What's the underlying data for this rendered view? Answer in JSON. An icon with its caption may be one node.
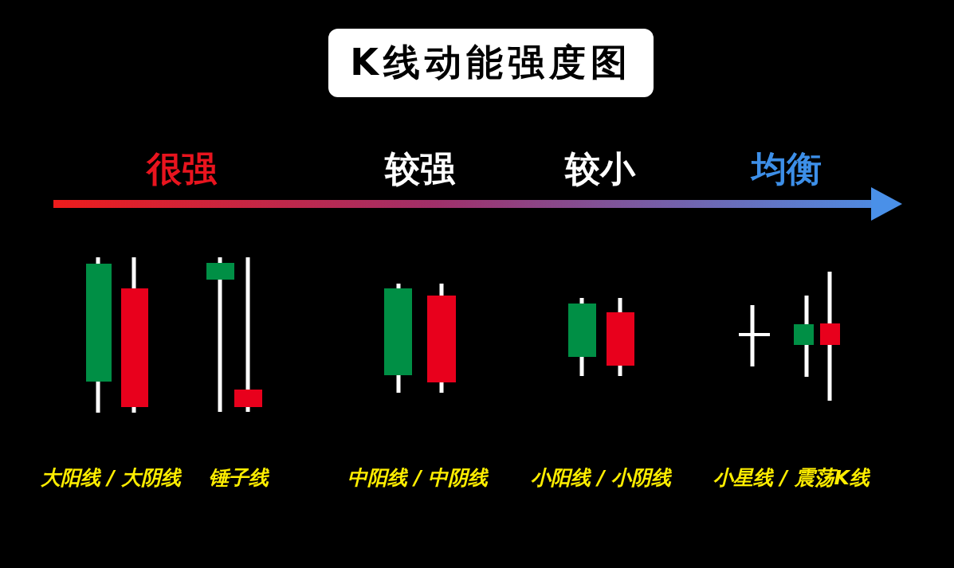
{
  "diagram": {
    "title": "K线动能强度图",
    "labels": [
      "很强",
      "较强",
      "较小",
      "均衡",
      "大阳线 / 大阴线",
      "锤子线",
      "中阳线 / 中阴线",
      "小阳线 / 小阴线",
      "小星线 / 震荡K线"
    ]
  }
}
